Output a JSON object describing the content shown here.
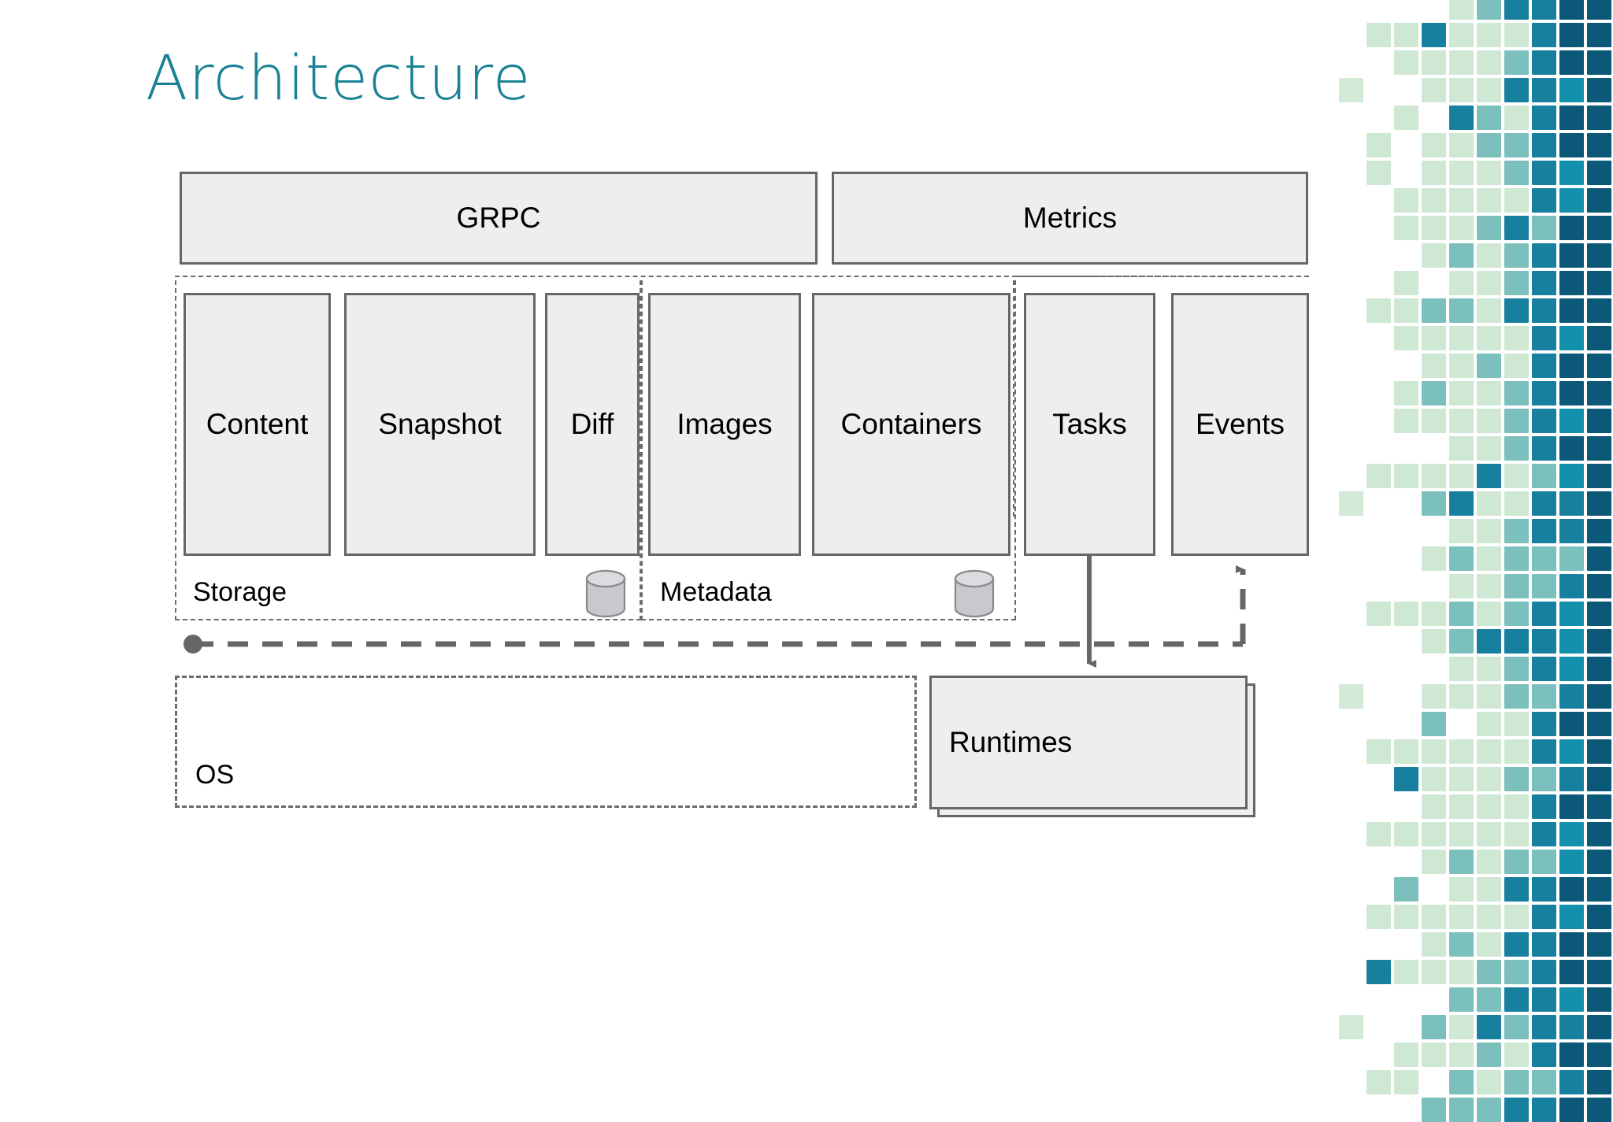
{
  "slide": {
    "title": "Architecture",
    "title_color": "#1b8296",
    "background": "#ffffff"
  },
  "diagram": {
    "api_layer": [
      {
        "label": "GRPC",
        "name": "grpc-box"
      },
      {
        "label": "Metrics",
        "name": "metrics-box"
      }
    ],
    "services": [
      {
        "label": "Content",
        "name": "content-box",
        "group": "storage"
      },
      {
        "label": "Snapshot",
        "name": "snapshot-box",
        "group": "storage"
      },
      {
        "label": "Diff",
        "name": "diff-box",
        "group": "storage"
      },
      {
        "label": "Images",
        "name": "images-box",
        "group": "metadata"
      },
      {
        "label": "Containers",
        "name": "containers-box",
        "group": "metadata"
      },
      {
        "label": "Tasks",
        "name": "tasks-box",
        "group": "core"
      },
      {
        "label": "Events",
        "name": "events-box",
        "group": "core"
      }
    ],
    "groups": [
      {
        "label": "Storage",
        "name": "storage-group",
        "icon": "database-cylinder-icon"
      },
      {
        "label": "Metadata",
        "name": "metadata-group",
        "icon": "database-cylinder-icon"
      }
    ],
    "platform": [
      {
        "label": "OS",
        "name": "os-group"
      },
      {
        "label": "Runtimes",
        "name": "runtimes-box"
      }
    ],
    "connectors": [
      {
        "name": "tasks-to-runtimes-arrow",
        "style": "solid",
        "direction": "down"
      },
      {
        "name": "runtimes-to-events-arrow",
        "style": "dashed",
        "direction": "up"
      },
      {
        "name": "shim-bus-line",
        "style": "dashed",
        "direction": "horizontal"
      }
    ]
  },
  "mosaic": {
    "name": "decorative-pixel-mosaic",
    "colors": {
      "pale": "#cfe8d4",
      "mint": "#d3ead8",
      "teal": "#7cc0bd",
      "cyan": "#1390ab",
      "blue": "#17809f",
      "navy": "#0b5878",
      "deep": "#0d5f84"
    },
    "cell": 31,
    "gap": 4,
    "columns": 9,
    "rows": 30,
    "grid": [
      [
        0,
        0,
        0,
        0,
        1,
        3,
        5,
        5,
        6,
        6
      ],
      [
        0,
        1,
        1,
        5,
        1,
        1,
        1,
        5,
        6,
        6
      ],
      [
        0,
        0,
        1,
        1,
        1,
        1,
        3,
        5,
        6,
        6
      ],
      [
        2,
        0,
        0,
        1,
        1,
        1,
        5,
        5,
        4,
        6
      ],
      [
        0,
        0,
        1,
        0,
        5,
        3,
        1,
        5,
        6,
        6
      ],
      [
        0,
        1,
        0,
        1,
        1,
        3,
        3,
        5,
        6,
        6
      ],
      [
        0,
        1,
        0,
        1,
        1,
        1,
        3,
        5,
        4,
        6
      ],
      [
        0,
        0,
        1,
        1,
        1,
        1,
        1,
        5,
        4,
        6
      ],
      [
        0,
        0,
        1,
        1,
        1,
        3,
        5,
        3,
        6,
        6
      ],
      [
        0,
        0,
        0,
        1,
        3,
        1,
        3,
        5,
        6,
        6
      ],
      [
        0,
        0,
        1,
        0,
        1,
        1,
        3,
        5,
        6,
        6
      ],
      [
        0,
        1,
        1,
        3,
        3,
        1,
        5,
        5,
        6,
        6
      ],
      [
        0,
        0,
        1,
        1,
        1,
        1,
        1,
        5,
        4,
        6
      ],
      [
        0,
        0,
        0,
        1,
        1,
        3,
        1,
        5,
        6,
        6
      ],
      [
        0,
        0,
        1,
        3,
        1,
        1,
        3,
        5,
        6,
        6
      ],
      [
        0,
        0,
        1,
        1,
        1,
        1,
        3,
        5,
        4,
        6
      ],
      [
        0,
        0,
        0,
        0,
        1,
        1,
        3,
        5,
        6,
        6
      ],
      [
        0,
        1,
        1,
        1,
        1,
        5,
        1,
        3,
        4,
        6
      ],
      [
        2,
        0,
        0,
        3,
        5,
        1,
        1,
        5,
        5,
        6
      ],
      [
        0,
        0,
        0,
        0,
        1,
        1,
        3,
        5,
        5,
        6
      ],
      [
        0,
        0,
        0,
        1,
        3,
        1,
        3,
        3,
        3,
        6
      ],
      [
        0,
        0,
        0,
        0,
        1,
        1,
        3,
        3,
        5,
        6
      ],
      [
        0,
        1,
        1,
        1,
        3,
        1,
        3,
        5,
        4,
        6
      ],
      [
        0,
        0,
        0,
        1,
        3,
        5,
        5,
        5,
        4,
        6
      ],
      [
        0,
        0,
        0,
        0,
        1,
        1,
        3,
        5,
        4,
        6
      ],
      [
        2,
        0,
        0,
        1,
        1,
        1,
        3,
        3,
        5,
        6
      ],
      [
        0,
        0,
        0,
        3,
        0,
        1,
        1,
        5,
        6,
        6
      ],
      [
        0,
        1,
        1,
        1,
        1,
        1,
        1,
        5,
        4,
        6
      ],
      [
        0,
        0,
        5,
        1,
        1,
        1,
        3,
        3,
        5,
        6
      ],
      [
        0,
        0,
        0,
        1,
        1,
        1,
        1,
        5,
        6,
        6
      ],
      [
        0,
        1,
        1,
        1,
        1,
        1,
        1,
        5,
        4,
        6
      ],
      [
        0,
        0,
        0,
        1,
        3,
        1,
        3,
        3,
        4,
        6
      ],
      [
        0,
        0,
        3,
        0,
        1,
        1,
        5,
        5,
        6,
        6
      ],
      [
        0,
        1,
        1,
        1,
        1,
        1,
        1,
        5,
        4,
        6
      ],
      [
        0,
        0,
        0,
        1,
        3,
        1,
        5,
        5,
        6,
        6
      ],
      [
        0,
        5,
        1,
        1,
        1,
        3,
        3,
        5,
        6,
        6
      ],
      [
        0,
        0,
        0,
        0,
        3,
        3,
        5,
        5,
        4,
        6
      ],
      [
        2,
        0,
        0,
        3,
        1,
        5,
        3,
        5,
        5,
        6
      ],
      [
        0,
        0,
        1,
        1,
        1,
        3,
        1,
        5,
        6,
        6
      ],
      [
        0,
        1,
        1,
        0,
        3,
        1,
        3,
        3,
        5,
        6
      ],
      [
        0,
        0,
        0,
        3,
        3,
        3,
        5,
        5,
        6,
        6
      ]
    ]
  }
}
